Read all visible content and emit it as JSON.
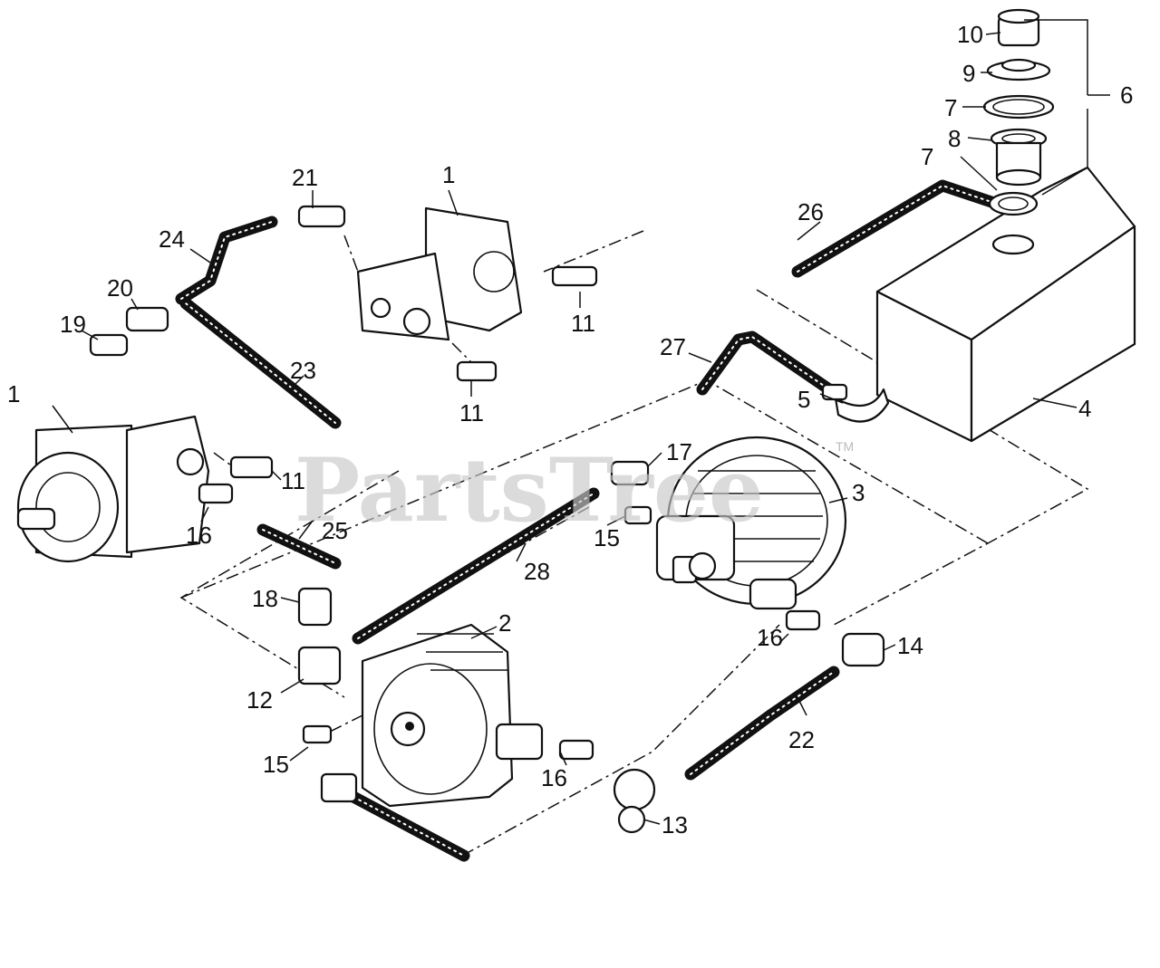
{
  "watermark": {
    "text": "PartsTree",
    "tm": "TM"
  },
  "callouts": {
    "c1a": "1",
    "c1b": "1",
    "c2": "2",
    "c3": "3",
    "c4": "4",
    "c5": "5",
    "c6": "6",
    "c7a": "7",
    "c7b": "7",
    "c8": "8",
    "c9": "9",
    "c10": "10",
    "c11a": "11",
    "c11b": "11",
    "c11c": "11",
    "c12": "12",
    "c13": "13",
    "c14": "14",
    "c15a": "15",
    "c15b": "15",
    "c16a": "16",
    "c16b": "16",
    "c16c": "16",
    "c17": "17",
    "c18": "18",
    "c19": "19",
    "c20": "20",
    "c21": "21",
    "c22": "22",
    "c23": "23",
    "c24": "24",
    "c25": "25",
    "c26": "26",
    "c27": "27",
    "c28": "28"
  }
}
